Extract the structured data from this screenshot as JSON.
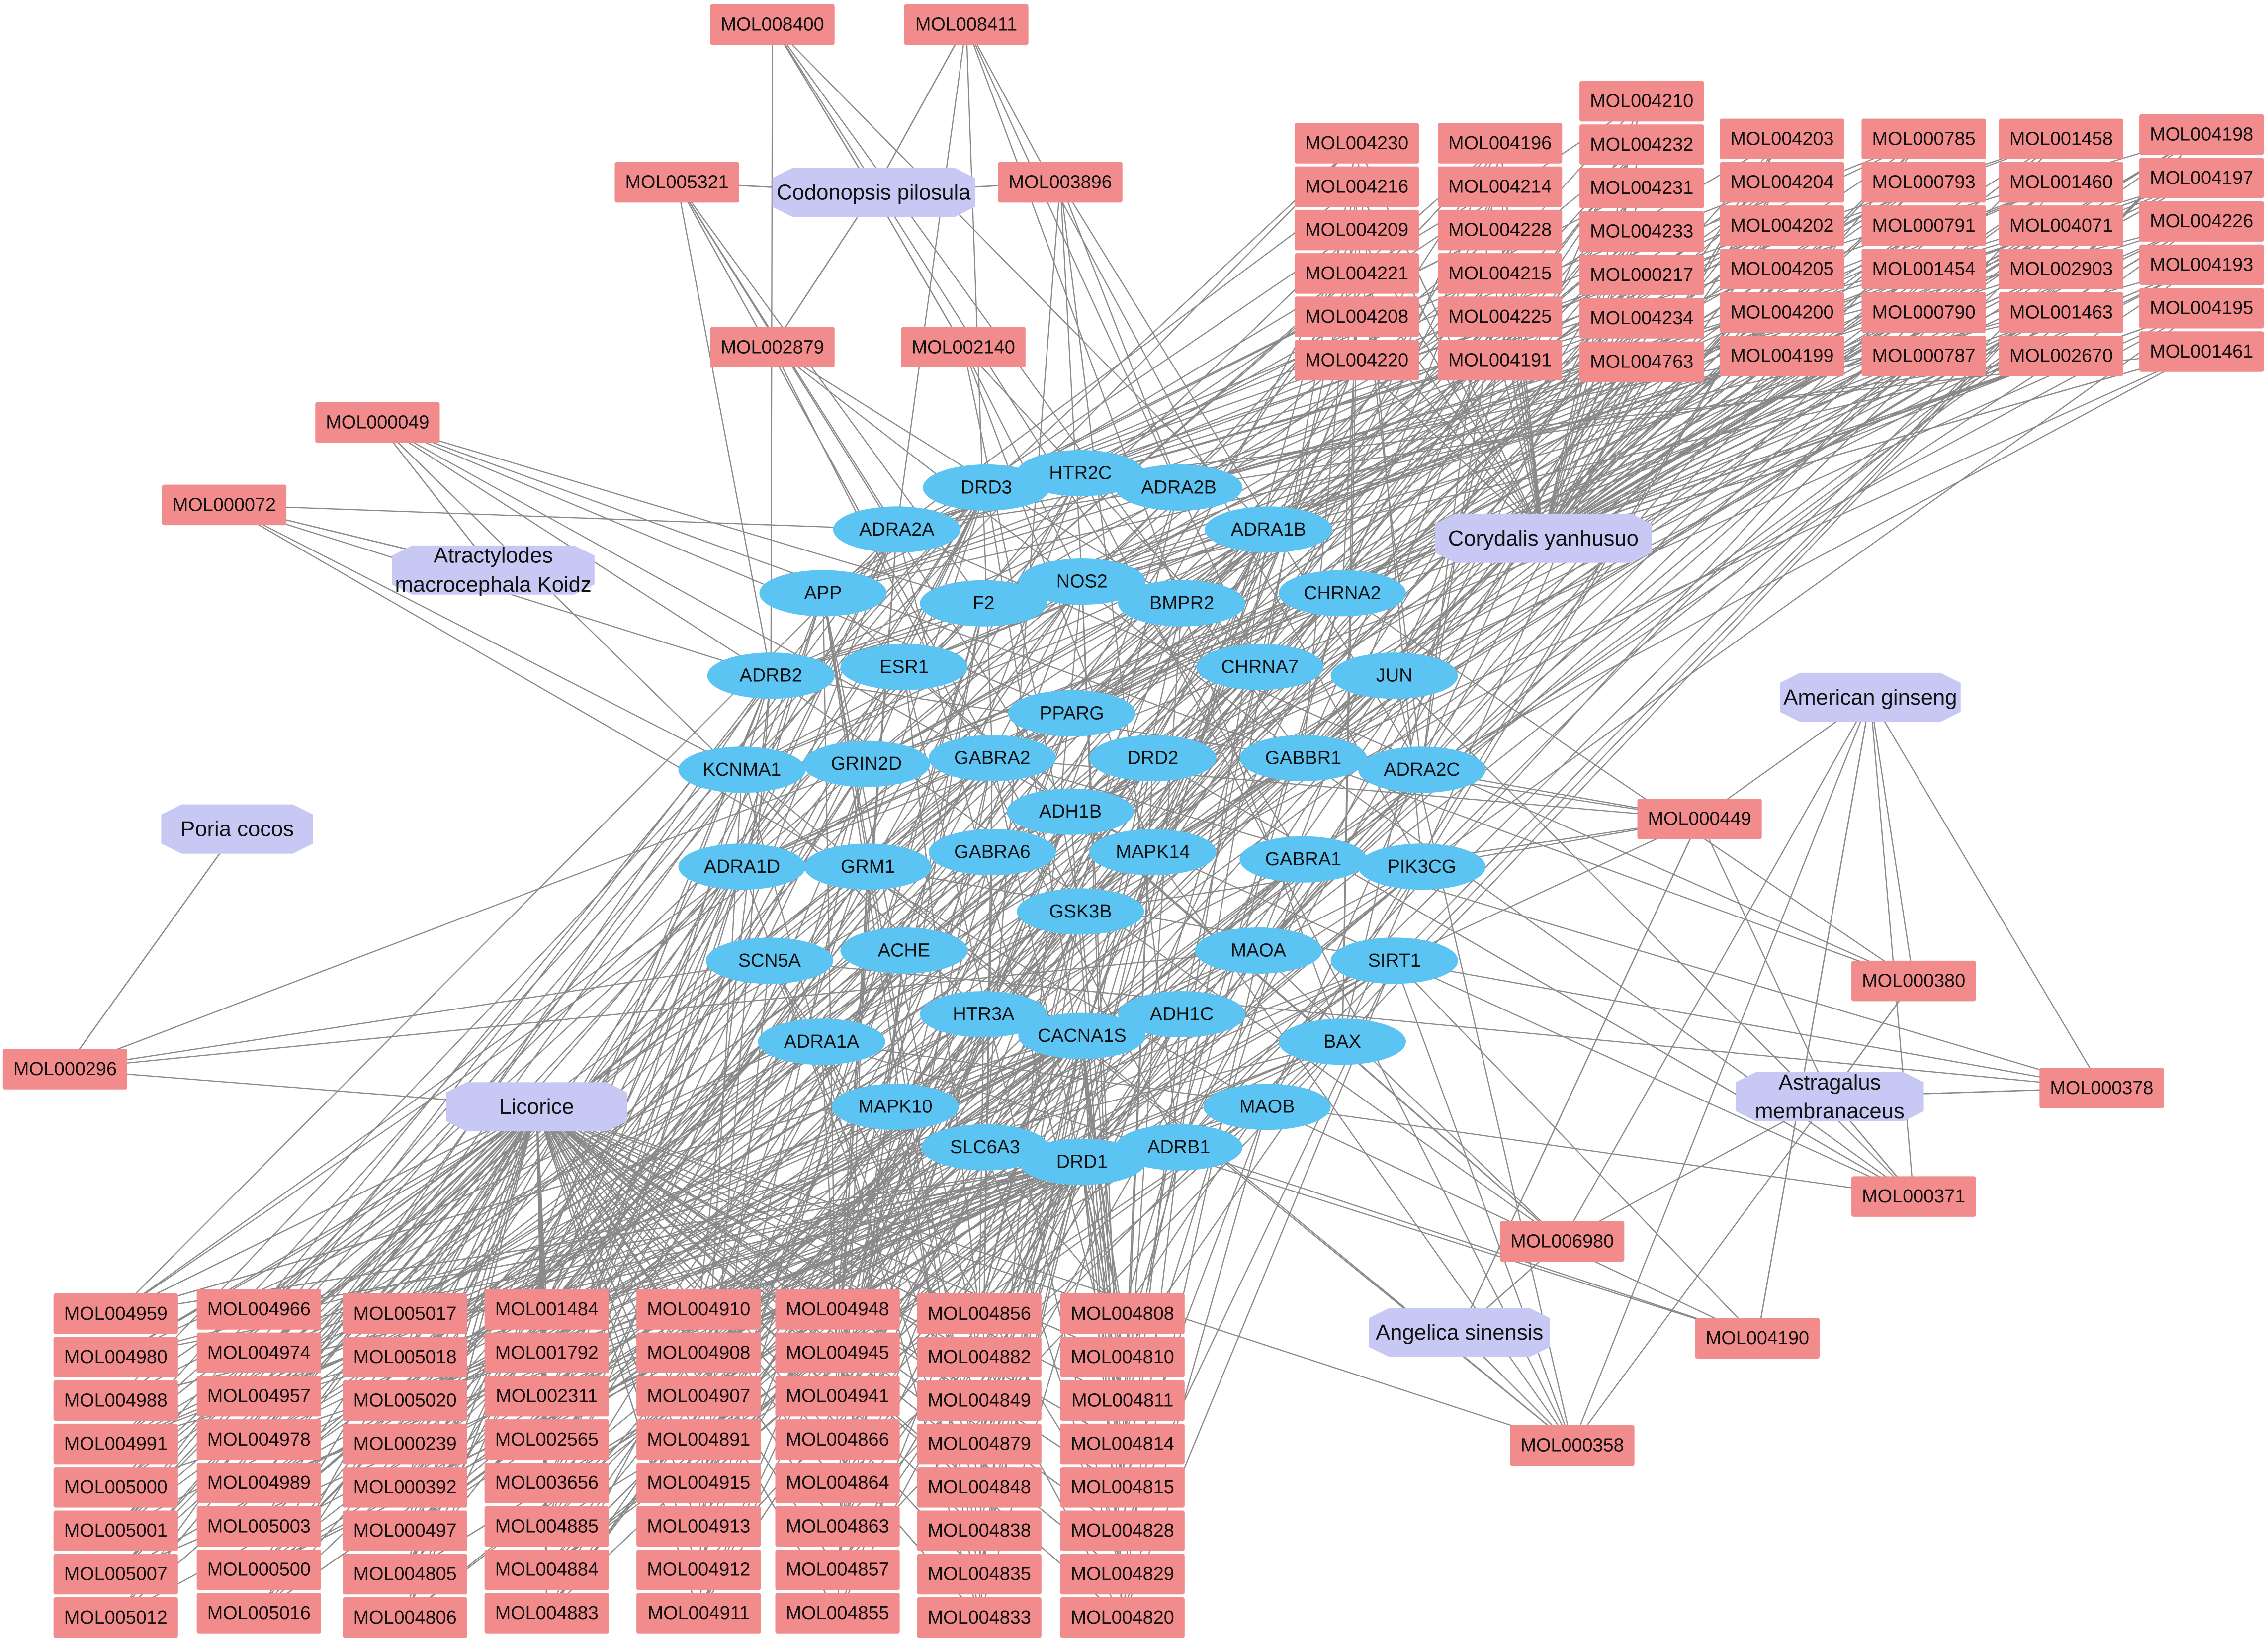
{
  "colors": {
    "background": "#ffffff",
    "edge": "#8a8a8a",
    "compound_fill": "#f28b8b",
    "target_fill": "#5cc4f2",
    "herb_fill": "#c8c8f5",
    "label_text": "#111111"
  },
  "herbs": [
    "Codonopsis pilosula",
    "Corydalis yanhusuo",
    "Atractylodes macrocephala Koidz",
    "American ginseng",
    "Poria cocos",
    "Licorice",
    "Astragalus membranaceus",
    "Angelica sinensis"
  ],
  "targets": [
    "DRD3",
    "HTR2C",
    "ADRA2B",
    "ADRA2A",
    "ADRA1B",
    "APP",
    "F2",
    "NOS2",
    "BMPR2",
    "CHRNA2",
    "ADRB2",
    "ESR1",
    "CHRNA7",
    "JUN",
    "PPARG",
    "KCNMA1",
    "GRIN2D",
    "GABRA2",
    "DRD2",
    "GABBR1",
    "ADRA2C",
    "ADH1B",
    "GABRA6",
    "MAPK14",
    "GABRA1",
    "PIK3CG",
    "ADRA1D",
    "GRM1",
    "GSK3B",
    "SCN5A",
    "ACHE",
    "MAOA",
    "SIRT1",
    "HTR3A",
    "ADH1C",
    "CACNA1S",
    "ADRA1A",
    "BAX",
    "MAPK10",
    "MAOB",
    "SLC6A3",
    "ADRB1",
    "DRD1"
  ],
  "compounds": {
    "codonopsis": [
      "MOL008400",
      "MOL008411",
      "MOL005321",
      "MOL003896",
      "MOL002879",
      "MOL002140"
    ],
    "atractylodes": [
      "MOL000049",
      "MOL000072"
    ],
    "corydalis_grid": [
      [
        "MOL004230",
        "MOL004216",
        "MOL004209",
        "MOL004221",
        "MOL004208",
        "MOL004220"
      ],
      [
        "MOL004196",
        "MOL004214",
        "MOL004228",
        "MOL004215",
        "MOL004225",
        "MOL004191"
      ],
      [
        "MOL004210",
        "MOL004232",
        "MOL004231",
        "MOL004233",
        "MOL000217",
        "MOL004234",
        "MOL004763"
      ],
      [
        "MOL004203",
        "MOL004204",
        "MOL004202",
        "MOL004205",
        "MOL004200",
        "MOL004199"
      ],
      [
        "MOL000785",
        "MOL000793",
        "MOL000791",
        "MOL001454",
        "MOL000790",
        "MOL000787"
      ],
      [
        "MOL001458",
        "MOL001460",
        "MOL004071",
        "MOL002903",
        "MOL001463",
        "MOL002670"
      ],
      [
        "MOL004198",
        "MOL004197",
        "MOL004226",
        "MOL004193",
        "MOL004195",
        "MOL001461"
      ]
    ],
    "right_side": [
      "MOL000449",
      "MOL000380",
      "MOL000378",
      "MOL000371",
      "MOL006980",
      "MOL004190",
      "MOL000358"
    ],
    "poria": [
      "MOL000296"
    ],
    "licorice_grid": [
      [
        "MOL004959",
        "MOL004980",
        "MOL004988",
        "MOL004991",
        "MOL005000",
        "MOL005001",
        "MOL005007",
        "MOL005012"
      ],
      [
        "MOL004966",
        "MOL004974",
        "MOL004957",
        "MOL004978",
        "MOL004989",
        "MOL005003",
        "MOL000500",
        "MOL005016"
      ],
      [
        "MOL005017",
        "MOL005018",
        "MOL005020",
        "MOL000239",
        "MOL000392",
        "MOL000497",
        "MOL004805",
        "MOL004806"
      ],
      [
        "MOL001484",
        "MOL001792",
        "MOL002311",
        "MOL002565",
        "MOL003656",
        "MOL004885",
        "MOL004884",
        "MOL004883"
      ],
      [
        "MOL004910",
        "MOL004908",
        "MOL004907",
        "MOL004891",
        "MOL004915",
        "MOL004913",
        "MOL004912",
        "MOL004911"
      ],
      [
        "MOL004948",
        "MOL004945",
        "MOL004941",
        "MOL004866",
        "MOL004864",
        "MOL004863",
        "MOL004857",
        "MOL004855"
      ],
      [
        "MOL004856",
        "MOL004882",
        "MOL004849",
        "MOL004879",
        "MOL004848",
        "MOL004838",
        "MOL004835",
        "MOL004833"
      ],
      [
        "MOL004808",
        "MOL004810",
        "MOL004811",
        "MOL004814",
        "MOL004815",
        "MOL004828",
        "MOL004829",
        "MOL004820"
      ]
    ]
  }
}
